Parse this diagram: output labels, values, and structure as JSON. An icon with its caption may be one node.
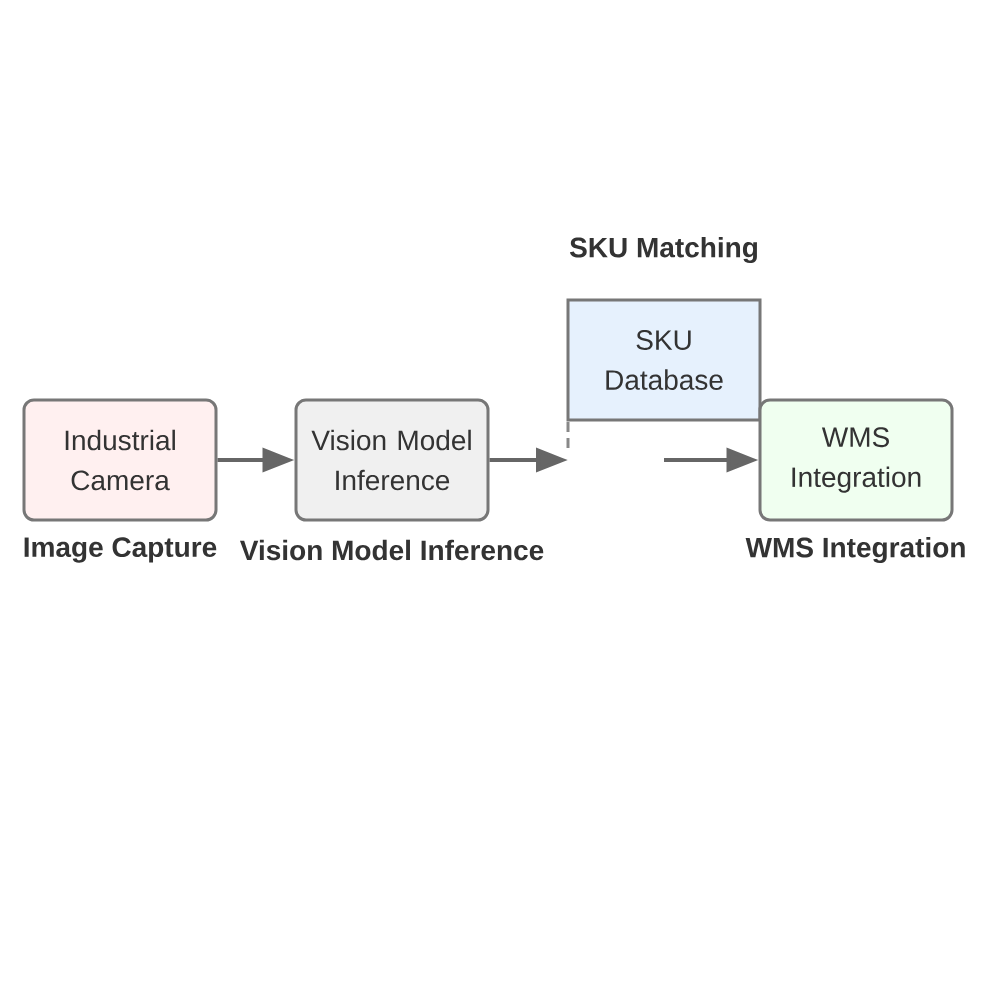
{
  "diagram": {
    "nodes": [
      {
        "text": [
          "Industrial Camera"
        ],
        "beside": [
          "Image Capture"
        ]
      },
      {
        "text": [
          "Vision Model Inference"
        ],
        "beside": [
          "Vision Model Inference"
        ]
      },
      {
        "text": [
          "SKU Database"
        ],
        "beside": [
          "SKU Matching"
        ]
      },
      {
        "text": [
          "WMS Integration"
        ],
        "beside": [
          "WMS Integration"
        ]
      }
    ],
    "edges": [
      {
        "from": 0,
        "to": 1,
        "arrow": "to"
      },
      {
        "from": 1,
        "to": null,
        "arrow": "to"
      },
      {
        "from": null,
        "to": 3,
        "arrow": "to"
      }
    ]
  }
}
